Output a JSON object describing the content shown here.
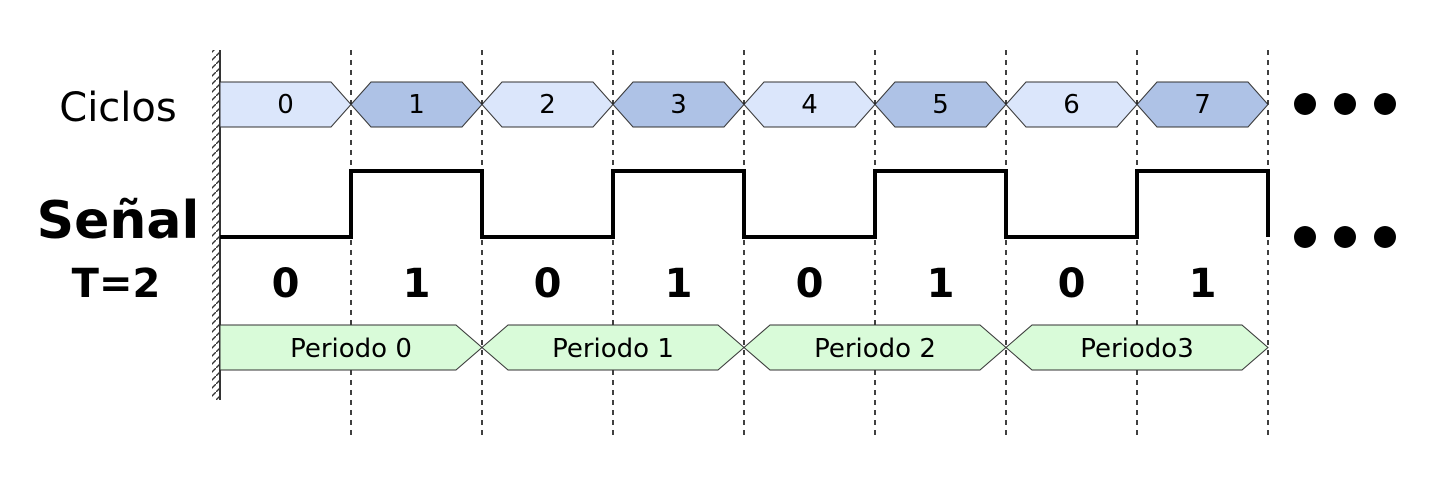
{
  "labels": {
    "cycles": "Ciclos",
    "signal": "Señal",
    "period_param": "T=2"
  },
  "cycles": [
    "0",
    "1",
    "2",
    "3",
    "4",
    "5",
    "6",
    "7"
  ],
  "signal_bits": [
    "0",
    "1",
    "0",
    "1",
    "0",
    "1",
    "0",
    "1"
  ],
  "periods": [
    "Periodo 0",
    "Periodo 1",
    "Periodo 2",
    "Periodo3"
  ],
  "colors": {
    "cycle_light": "#dbe6fb",
    "cycle_dark": "#aec2e6",
    "period_fill": "#d9fbd9",
    "outline": "#333333",
    "signal": "#000000"
  }
}
